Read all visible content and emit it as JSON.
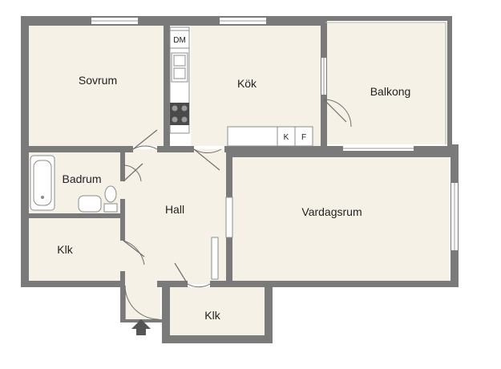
{
  "rooms": {
    "sovrum": "Sovrum",
    "kok": "Kök",
    "balkong": "Balkong",
    "badrum": "Badrum",
    "hall": "Hall",
    "vardagsrum": "Vardagsrum",
    "klk_left": "Klk",
    "klk_bottom": "Klk"
  },
  "fixtures": {
    "dishwasher": "DM",
    "fridge": "K",
    "freezer": "F"
  },
  "icons": {
    "entrance": "entrance-arrow-icon"
  },
  "colors": {
    "floor": "#f5f1e6",
    "wall": "#7a7a7a"
  }
}
